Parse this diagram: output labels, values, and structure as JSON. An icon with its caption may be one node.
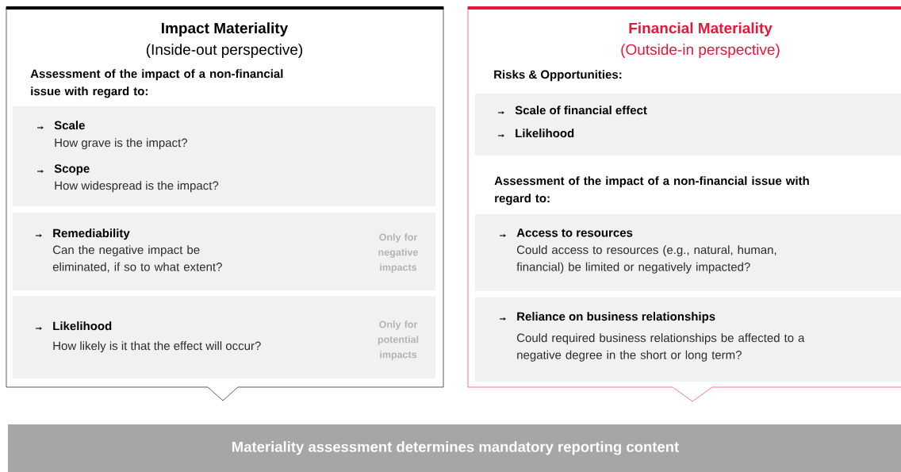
{
  "diagram": {
    "nodes": [
      {
        "text": [
          "Impact Materiality",
          "(Inside-out perspective)",
          "Assessment of the impact of a non-financial issue with regard to:"
        ]
      },
      {
        "text": [
          "Scale",
          "How grave is the impact?",
          "Scope",
          "How widespread is the impact?"
        ],
        "in": 0
      },
      {
        "text": [
          "Remediability",
          "Can the negative impact be eliminated, if so to what extent?",
          "Only for negative impacts"
        ],
        "in": 0
      },
      {
        "text": [
          "Likelihood",
          "How likely is it that the effect will occur?",
          "Only for potential impacts"
        ],
        "in": 0
      },
      {
        "text": [
          "Financial Materiality",
          "(Outside-in perspective)",
          "Risks & Opportunities:",
          "Assessment of the impact of a non-financial issue with regard to:"
        ]
      },
      {
        "text": [
          "Scale of financial effect",
          "Likelihood"
        ],
        "in": 4
      },
      {
        "text": [
          "Access to resources",
          "Could access to resources (e.g., natural, human, financial) be limited or negatively impacted?"
        ],
        "in": 4
      },
      {
        "text": [
          "Reliance on business relationships",
          "Could required business relationships be affected to a negative degree in the short or long term?"
        ],
        "in": 4
      },
      {
        "text": [
          "Materiality assessment determines mandatory reporting content"
        ]
      }
    ]
  }
}
